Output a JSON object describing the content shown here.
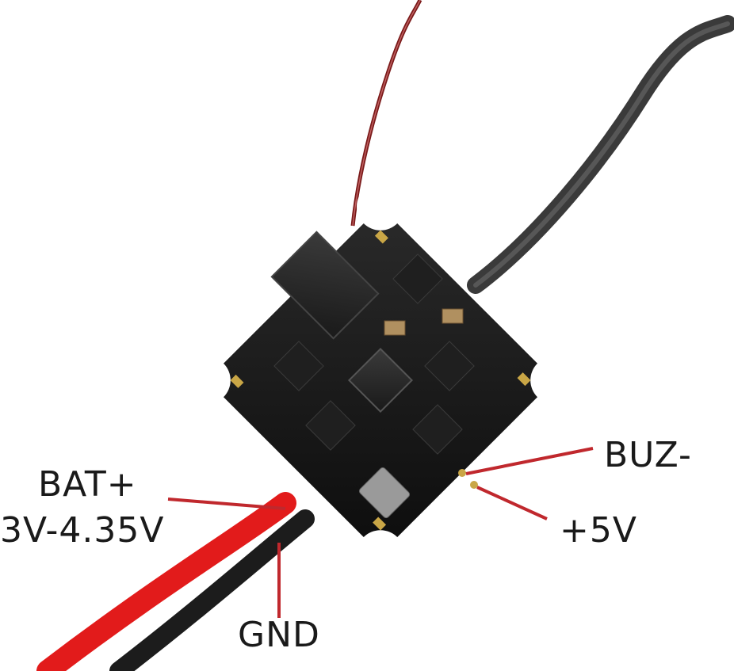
{
  "labels": {
    "bat_plus": "BAT+",
    "voltage": "3V-4.35V",
    "gnd": "GND",
    "buz_minus": "BUZ-",
    "plus_5v": "+5V"
  },
  "colors": {
    "background": "#ffffff",
    "board": "#141414",
    "pointer_line": "#c0282d",
    "red_wire": "#e21b1b",
    "black_wire": "#1c1c1c",
    "grey_wire": "#555555",
    "antenna": "#8a1f1f",
    "pad_gold": "#c9a646",
    "label_text": "#1a1a1a"
  },
  "components": [
    "flight-controller-board",
    "main-chip",
    "receiver-chip",
    "mosfet-chips",
    "buzzer-pads",
    "battery-wires",
    "antenna-wire",
    "motor-wire"
  ]
}
